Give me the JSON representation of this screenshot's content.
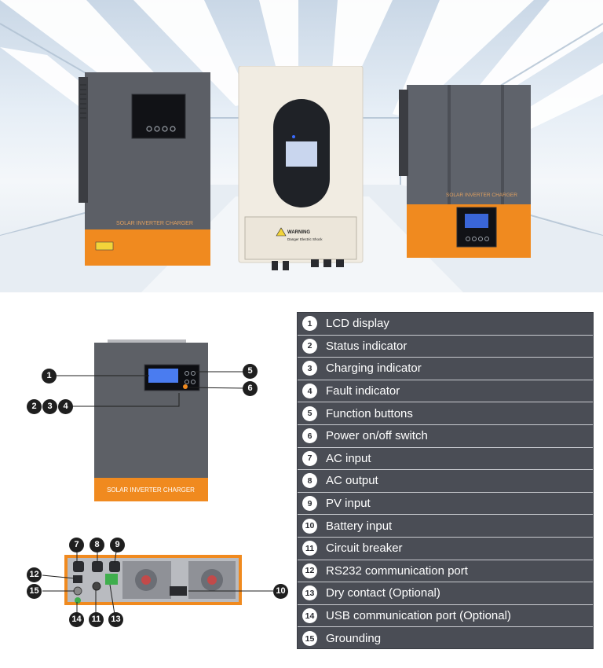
{
  "banner": {
    "left_unit_label": "SOLAR INVERTER CHARGER",
    "right_unit_label": "SOLAR INVERTER CHARGER",
    "warning_title": "WARNING",
    "warning_text": "Danger Electric Shock"
  },
  "front_diagram": {
    "unit_label": "SOLAR INVERTER CHARGER",
    "callouts": {
      "c1": "1",
      "c5": "5",
      "c6": "6",
      "c2": "2",
      "c3": "3",
      "c4": "4"
    }
  },
  "bottom_diagram": {
    "callouts": {
      "c7": "7",
      "c8": "8",
      "c9": "9",
      "c12": "12",
      "c15": "15",
      "c10": "10",
      "c14": "14",
      "c11": "11",
      "c13": "13"
    }
  },
  "legend": {
    "items": [
      {
        "num": "1",
        "label": "LCD display"
      },
      {
        "num": "2",
        "label": "Status indicator"
      },
      {
        "num": "3",
        "label": "Charging indicator"
      },
      {
        "num": "4",
        "label": "Fault indicator"
      },
      {
        "num": "5",
        "label": "Function buttons"
      },
      {
        "num": "6",
        "label": "Power on/off switch"
      },
      {
        "num": "7",
        "label": "AC input"
      },
      {
        "num": "8",
        "label": "AC output"
      },
      {
        "num": "9",
        "label": "PV input"
      },
      {
        "num": "10",
        "label": "Battery input"
      },
      {
        "num": "11",
        "label": "Circuit breaker"
      },
      {
        "num": "12",
        "label": "RS232 communication port"
      },
      {
        "num": "13",
        "label": "Dry contact (Optional)"
      },
      {
        "num": "14",
        "label": "USB communication port (Optional)"
      },
      {
        "num": "15",
        "label": "Grounding"
      }
    ]
  },
  "colors": {
    "accent_orange": "#f08a1f",
    "inverter_grey": "#585b63",
    "legend_bg": "#4a4d55"
  }
}
